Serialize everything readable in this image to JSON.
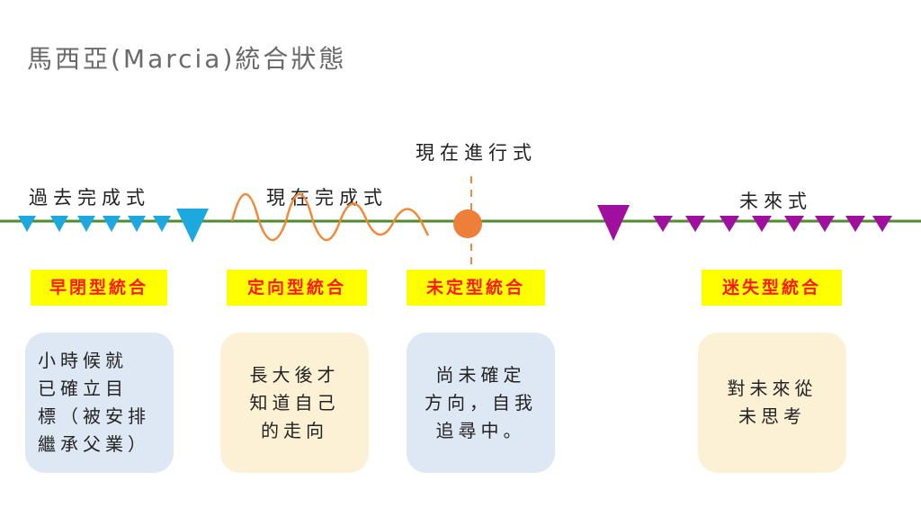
{
  "title": "馬西亞(Marcia)統合狀態",
  "labels": {
    "past_perfect": "過去完成式",
    "present_perfect": "現在完成式",
    "present_progressive": "現在進行式",
    "future": "未來式"
  },
  "tags": {
    "foreclosure": "早閉型統合",
    "achievement": "定向型統合",
    "moratorium": "未定型統合",
    "diffusion": "迷失型統合"
  },
  "cards": {
    "foreclosure": [
      "小時候就",
      "已確立目",
      "標（被安排",
      "繼承父業）"
    ],
    "achievement": [
      "長大後才",
      "知道自己",
      "的走向"
    ],
    "moratorium": [
      "尚未確定",
      "方向，自我",
      "追尋中。"
    ],
    "diffusion": [
      "對未來從",
      "未思考"
    ]
  },
  "colors": {
    "timeline": "#4f8a2e",
    "past_markers": "#1ea8e0",
    "present_wave": "#f0893a",
    "future_markers": "#a0109e",
    "tag_bg": "#ffff00",
    "tag_text": "#ff1a1a",
    "card_blue": "#dde8f4",
    "card_cream": "#fdf1d5"
  }
}
